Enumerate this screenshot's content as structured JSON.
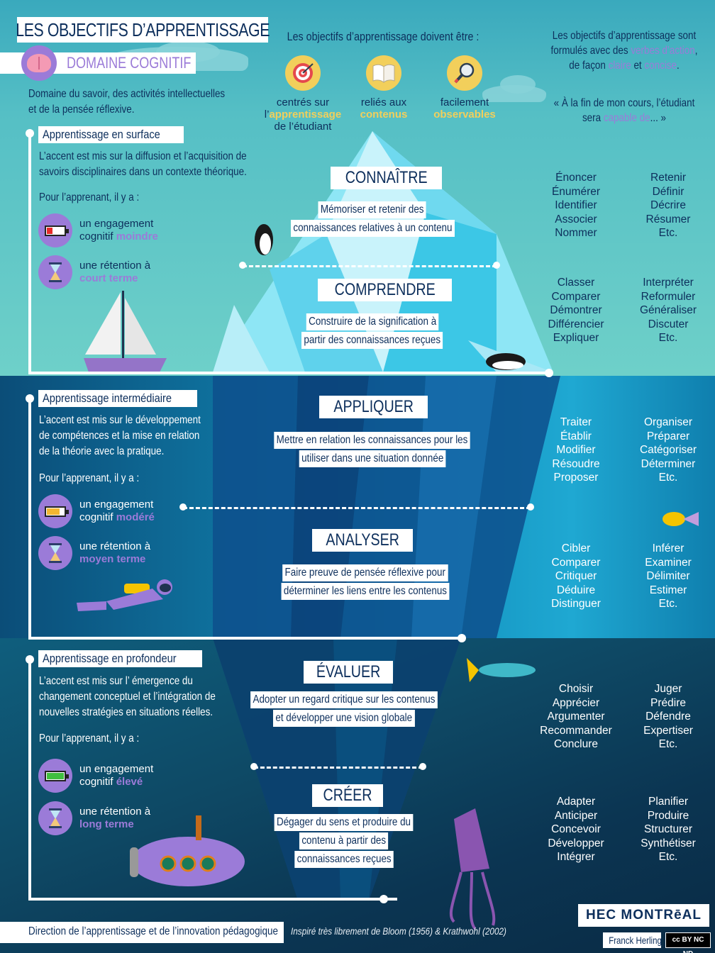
{
  "header": {
    "title": "LES OBJECTIFS D’APPRENTISSAGE",
    "domain": "DOMAINE COGNITIF",
    "domain_icon": "brain-icon",
    "intro_line1": "Domaine du savoir, des activités intellectuelles",
    "intro_line2": "et de la pensée réflexive."
  },
  "requirements": {
    "heading": "Les objectifs d’apprentissage doivent être :",
    "items": [
      {
        "icon": "target-icon",
        "line1": "centrés sur",
        "highlight_prefix": "l’",
        "highlight": "apprentissage",
        "line3": "de l’étudiant"
      },
      {
        "icon": "book-icon",
        "line1": "reliés aux",
        "highlight": "contenus"
      },
      {
        "icon": "magnifier-icon",
        "line1": "facilement",
        "highlight": "observables"
      }
    ]
  },
  "formulation": {
    "line1": "Les objectifs d’apprentissage sont",
    "line2_pre": "formulés avec des ",
    "line2_hl": "verbes d’action",
    "line2_post": ",",
    "line3_pre": "de façon ",
    "line3_hl1": "claire",
    "line3_mid": " et ",
    "line3_hl2": "concise",
    "line3_post": ".",
    "quote_line1": "« À la fin de mon cours, l’étudiant",
    "quote_pre": "sera ",
    "quote_hl": "capable de",
    "quote_post": "... »"
  },
  "depths": [
    {
      "label": "Apprentissage en surface",
      "desc": [
        "L’accent est mis sur la diffusion et l’acquisition de",
        "savoirs disciplinaires dans un contexte théorique."
      ],
      "pour": "Pour l’apprenant, il y a :",
      "engagement_pre": "un engagement",
      "engagement_mid": "cognitif ",
      "engagement_level": "moindre",
      "retention_pre": "une rétention à",
      "retention_level": "court terme",
      "battery_color": "#e52b2b"
    },
    {
      "label": "Apprentissage intermédiaire",
      "desc": [
        "L’accent est mis sur le développement",
        "de compétences et la mise en relation",
        "de la théorie avec la pratique."
      ],
      "pour": "Pour l’apprenant, il y a :",
      "engagement_pre": "un engagement",
      "engagement_mid": "cognitif ",
      "engagement_level": "modéré",
      "retention_pre": "une rétention à",
      "retention_level": "moyen terme",
      "battery_color": "#f2b632"
    },
    {
      "label": "Apprentissage en profondeur",
      "desc": [
        "L’accent est mis sur l’ émergence du",
        "changement conceptuel et l’intégration de",
        "nouvelles stratégies en situations réelles."
      ],
      "pour": "Pour l’apprenant, il y a :",
      "engagement_pre": "un engagement",
      "engagement_mid": "cognitif ",
      "engagement_level": "élevé",
      "retention_pre": "une rétention à",
      "retention_level": "long terme",
      "battery_color": "#3fbf3f"
    }
  ],
  "levels": [
    {
      "name": "CONNAÎTRE",
      "desc": [
        "Mémoriser et retenir des",
        "connaissances relatives à un contenu"
      ],
      "verbs_left": [
        "Énoncer",
        "Énumérer",
        "Identifier",
        "Associer",
        "Nommer"
      ],
      "verbs_right": [
        "Retenir",
        "Définir",
        "Décrire",
        "Résumer",
        "Etc."
      ]
    },
    {
      "name": "COMPRENDRE",
      "desc": [
        "Construire de la signification à",
        "partir des connaissances reçues"
      ],
      "verbs_left": [
        "Classer",
        "Comparer",
        "Démontrer",
        "Différencier",
        "Expliquer"
      ],
      "verbs_right": [
        "Interpréter",
        "Reformuler",
        "Généraliser",
        "Discuter",
        "Etc."
      ]
    },
    {
      "name": "APPLIQUER",
      "desc": [
        "Mettre en relation les connaissances pour les",
        "utiliser dans une situation donnée"
      ],
      "verbs_left": [
        "Traiter",
        "Établir",
        "Modifier",
        "Résoudre",
        "Proposer"
      ],
      "verbs_right": [
        "Organiser",
        "Préparer",
        "Catégoriser",
        "Déterminer",
        "Etc."
      ]
    },
    {
      "name": "ANALYSER",
      "desc": [
        "Faire preuve de pensée réflexive pour",
        "déterminer les liens entre les contenus"
      ],
      "verbs_left": [
        "Cibler",
        "Comparer",
        "Critiquer",
        "Déduire",
        "Distinguer"
      ],
      "verbs_right": [
        "Inférer",
        "Examiner",
        "Délimiter",
        "Estimer",
        "Etc."
      ]
    },
    {
      "name": "ÉVALUER",
      "desc": [
        "Adopter un regard critique sur les contenus",
        "et développer une vision globale"
      ],
      "verbs_left": [
        "Choisir",
        "Apprécier",
        "Argumenter",
        "Recommander",
        "Conclure"
      ],
      "verbs_right": [
        "Juger",
        "Prédire",
        "Défendre",
        "Expertiser",
        "Etc."
      ]
    },
    {
      "name": "CRÉER",
      "desc": [
        "Dégager du sens et produire du",
        "contenu à partir des",
        "connaissances reçues"
      ],
      "verbs_left": [
        "Adapter",
        "Anticiper",
        "Concevoir",
        "Développer",
        "Intégrer"
      ],
      "verbs_right": [
        "Planifier",
        "Produire",
        "Structurer",
        "Synthétiser",
        "Etc."
      ]
    }
  ],
  "footer": {
    "department": "Direction de l’apprentissage et de l’innovation pédagogique",
    "credit": "Inspiré très librement de Bloom (1956) & Krathwohl (2002)",
    "logo": "HEC MONTRēAL",
    "author": "Franck Herling",
    "license": "cc BY NC ND"
  },
  "colors": {
    "navy": "#0d2f5c",
    "purple": "#9b7bd8",
    "yellow": "#f2cf5b",
    "surface_bg": "#6ed0c9",
    "middle_bg": "#0e6a96",
    "deep_bg": "#0b3552"
  }
}
